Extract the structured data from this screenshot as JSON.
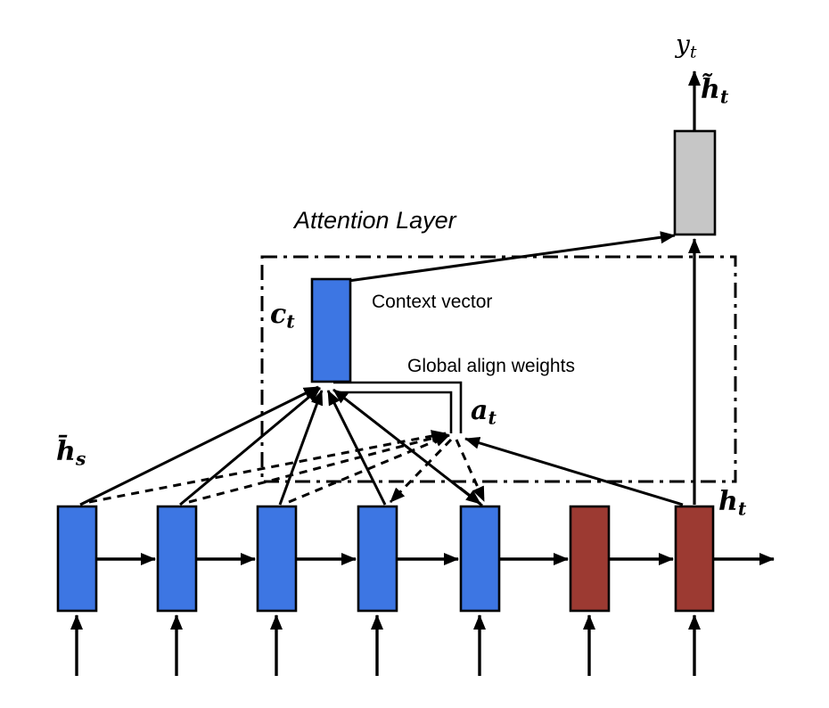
{
  "annotations": {
    "attention_layer": "Attention Layer",
    "context_vector": "Context vector",
    "global_align_weights": "Global align weights"
  },
  "math": {
    "output": {
      "base": "y",
      "sub": "t"
    },
    "attentional_hidden": {
      "base": "h̃",
      "sub": "t"
    },
    "context": {
      "base": "c",
      "sub": "t"
    },
    "align_weights": {
      "base": "a",
      "sub": "t"
    },
    "source_hidden": {
      "base": "h̄",
      "sub": "s"
    },
    "target_hidden": {
      "base": "h",
      "sub": "t"
    }
  },
  "colors": {
    "encoder_blue": "#3D76E3",
    "decoder_red": "#9C3A32",
    "attentional_gray": "#C6C6C6",
    "stroke_black": "#000000"
  },
  "structure": {
    "encoder_state_count": 5,
    "decoder_state_count": 2
  }
}
